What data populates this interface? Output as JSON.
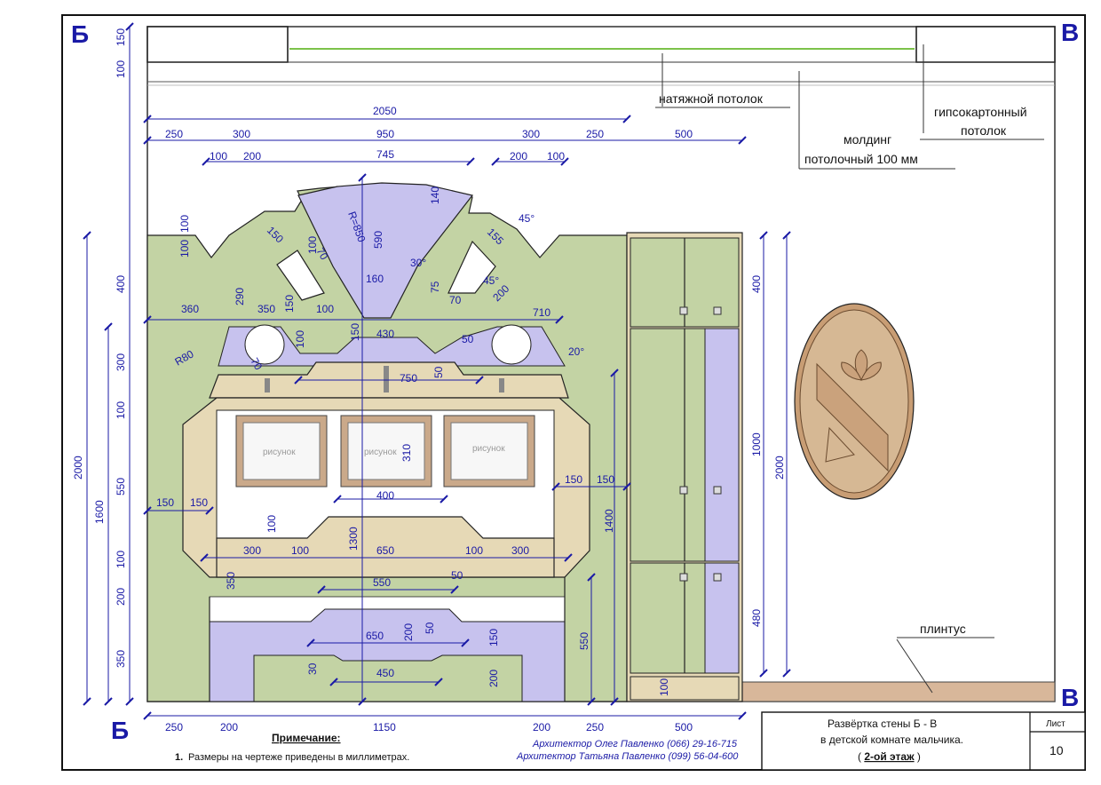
{
  "corners": {
    "top_left": "Б",
    "top_right": "В",
    "bottom_left": "Б",
    "bottom_right": "В"
  },
  "callouts": {
    "stretch_ceiling": "натяжной потолок",
    "drywall_ceiling_1": "гипсокартонный",
    "drywall_ceiling_2": "потолок",
    "molding_1": "молдинг",
    "molding_2": "потолочный 100 мм",
    "baseboard": "плинтус"
  },
  "picture_label": "рисунок",
  "dims": {
    "top_total": "2050",
    "top_row": [
      "250",
      "300",
      "950",
      "300",
      "250",
      "500"
    ],
    "row2": [
      "100",
      "200",
      "745",
      "200",
      "100"
    ],
    "left_outer": [
      "150",
      "100",
      "400",
      "300",
      "100",
      "550",
      "100",
      "200",
      "350"
    ],
    "left_total": "2000",
    "left_1600": "1600",
    "right_cab": [
      "400",
      "1000",
      "480"
    ],
    "right_total": "2000",
    "inner": [
      "100",
      "100",
      "150",
      "590",
      "R=850",
      "140",
      "155",
      "45°",
      "290",
      "150",
      "70",
      "160",
      "30°",
      "75",
      "45°",
      "200",
      "70",
      "360",
      "350",
      "100",
      "150",
      "430",
      "710",
      "R80",
      "100",
      "50",
      "20°",
      "70",
      "50",
      "750",
      "310",
      "1400",
      "400",
      "150",
      "150",
      "150",
      "150",
      "100",
      "300",
      "100",
      "650",
      "100",
      "300",
      "1300",
      "350",
      "550",
      "50",
      "50",
      "650",
      "200",
      "150",
      "550",
      "30",
      "450",
      "200",
      "100",
      "100"
    ],
    "bottom_row": [
      "250",
      "200",
      "1150",
      "200",
      "250",
      "500"
    ]
  },
  "note": {
    "heading": "Примечание:",
    "number": "1.",
    "text": "Размеры на чертеже приведены в миллиметрах."
  },
  "architects": [
    "Архитектор Олег Павленко  (066) 29-16-715",
    "Архитектор Татьяна Павленко  (099) 56-04-600"
  ],
  "title_block": {
    "line1": "Развёртка стены  Б - В",
    "line2": "в детской комнате мальчика.",
    "line3_open": "( ",
    "line3_main": "2-ой этаж",
    "line3_close": " )",
    "sheet_label": "Лист",
    "sheet_number": "10"
  },
  "colors": {
    "green": "#c3d3a4",
    "purple": "#c7c2ee",
    "beige": "#e6d9b6",
    "oval": "#d2b08c",
    "dim_blue": "#1a1aa6"
  }
}
